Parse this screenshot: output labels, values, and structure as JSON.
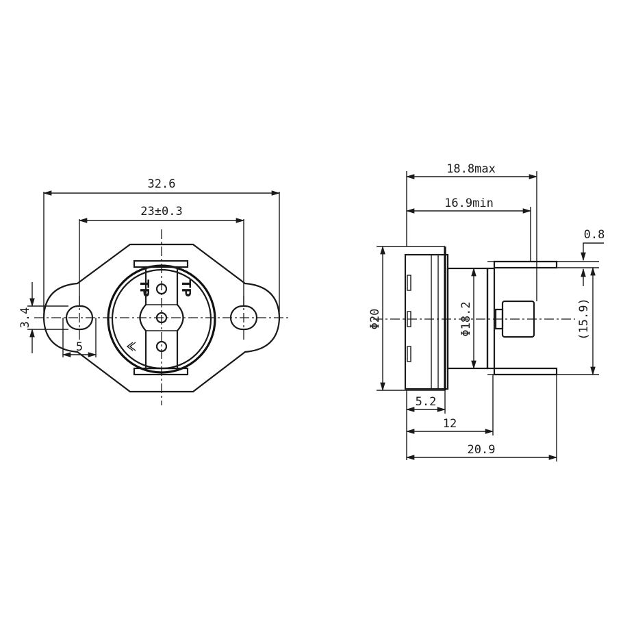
{
  "front_view": {
    "overall_width": "32.6",
    "hole_spacing": "23±0.3",
    "slot_height": "3.4",
    "slot_offset": "5",
    "terminal_marks": [
      "TP",
      "TP"
    ]
  },
  "side_view": {
    "length_max": "18.8max",
    "length_min": "16.9min",
    "terminal_thickness": "0.8",
    "body_diameter": "Φ20",
    "cap_diameter": "Φ18.2",
    "terminal_span": "(15.9)",
    "flange_depth": "5.2",
    "terminal_offset": "12",
    "overall_length": "20.9"
  }
}
